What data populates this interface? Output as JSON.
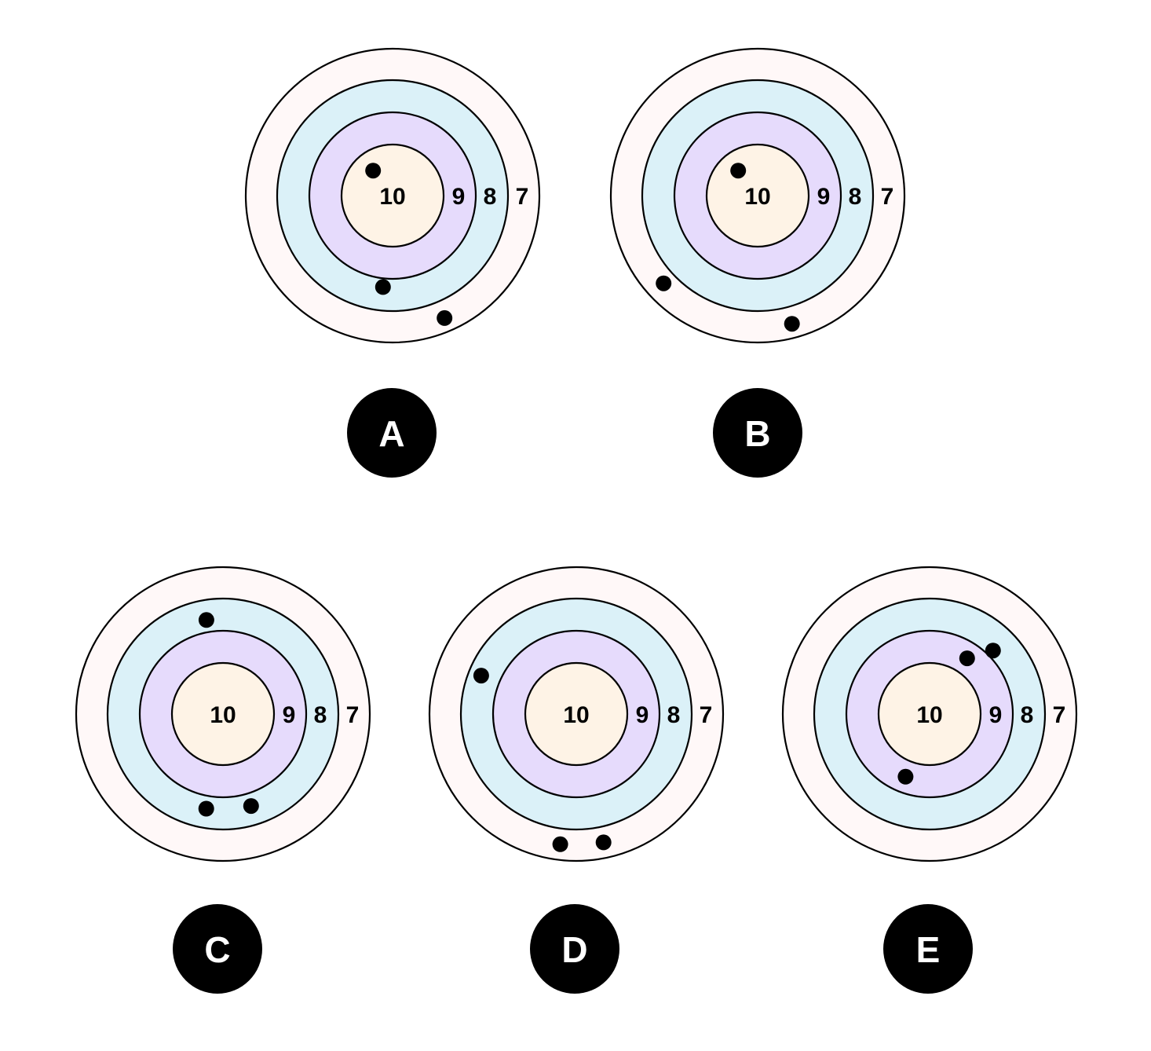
{
  "colors": {
    "ring_7": "#fff8f8",
    "ring_8": "#dbf1f8",
    "ring_9": "#e6dbfc",
    "ring_10": "#fef3e6",
    "stroke": "#000000",
    "hit": "#000000",
    "badge": "#000000",
    "badge_text": "#ffffff"
  },
  "ring_labels": [
    "10",
    "9",
    "8",
    "7"
  ],
  "targets": [
    {
      "label": "A",
      "hits": [
        {
          "ring": "10",
          "angle_deg": 128,
          "radius_frac": 0.62
        },
        {
          "ring": "8",
          "angle_deg": 264,
          "radius_frac": 0.27
        },
        {
          "ring": "7",
          "angle_deg": 293,
          "radius_frac": 0.56
        }
      ]
    },
    {
      "label": "B",
      "hits": [
        {
          "ring": "10",
          "angle_deg": 128,
          "radius_frac": 0.62
        },
        {
          "ring": "7",
          "angle_deg": 223,
          "radius_frac": 0.42
        },
        {
          "ring": "7",
          "angle_deg": 285,
          "radius_frac": 0.55
        }
      ]
    },
    {
      "label": "C",
      "hits": [
        {
          "ring": "8",
          "angle_deg": 100,
          "radius_frac": 0.38
        },
        {
          "ring": "8",
          "angle_deg": 260,
          "radius_frac": 0.4
        },
        {
          "ring": "8",
          "angle_deg": 287,
          "radius_frac": 0.4
        }
      ]
    },
    {
      "label": "D",
      "hits": [
        {
          "ring": "8",
          "angle_deg": 158,
          "radius_frac": 0.6
        },
        {
          "ring": "7",
          "angle_deg": 263,
          "radius_frac": 0.5
        },
        {
          "ring": "7",
          "angle_deg": 282,
          "radius_frac": 0.5
        }
      ]
    },
    {
      "label": "E",
      "hits": [
        {
          "ring": "9",
          "angle_deg": 56,
          "radius_frac": 0.5
        },
        {
          "ring": "8",
          "angle_deg": 45,
          "radius_frac": 0.2
        },
        {
          "ring": "9",
          "angle_deg": 249,
          "radius_frac": 0.5
        }
      ]
    }
  ]
}
